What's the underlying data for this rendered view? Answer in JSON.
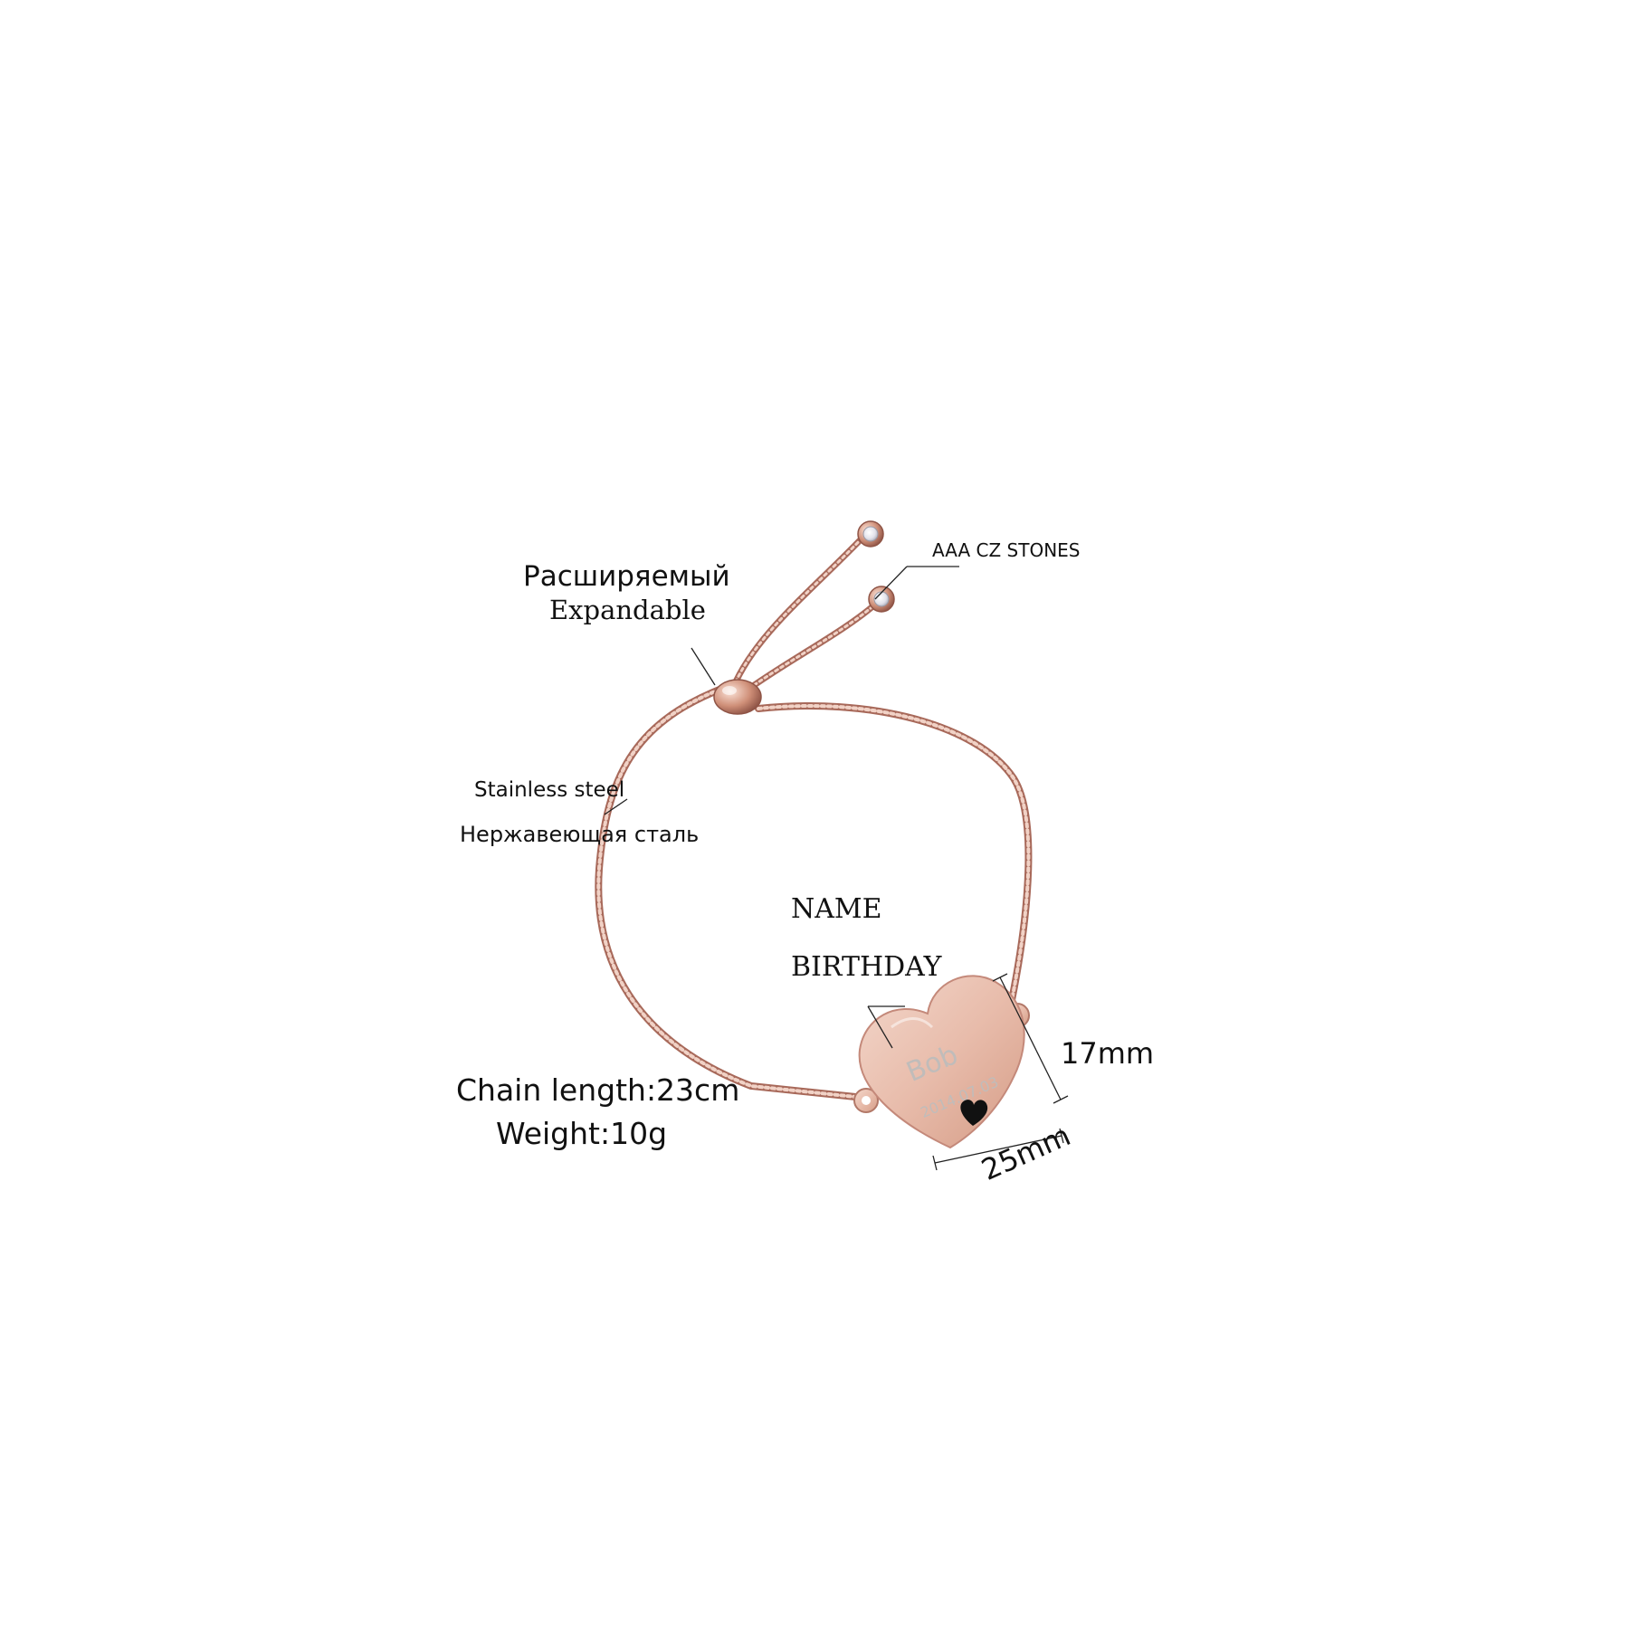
{
  "labels": {
    "expandable_ru": "Расширяемый",
    "expandable_en": "Expandable",
    "cz_stones": "AAA CZ STONES",
    "material_en": "Stainless steel",
    "material_ru": "Нержавеющая сталь",
    "name": "NAME",
    "birthday": "BIRTHDAY",
    "chain_length": "Chain length:23cm",
    "weight": "Weight:10g",
    "height_dim": "17mm",
    "width_dim": "25mm"
  },
  "engraving": {
    "name": "Bob",
    "date": "2014.07.03"
  },
  "colors": {
    "rose_gold": "#d49a86",
    "rose_gold_dark": "#a8695a",
    "rose_gold_light": "#f1d2c6",
    "engrave_gray": "#c0bcba",
    "leader_line": "#222222",
    "crystal": "#f4f4f6"
  },
  "icons": {
    "heart_icon": "small-black-heart-icon"
  }
}
